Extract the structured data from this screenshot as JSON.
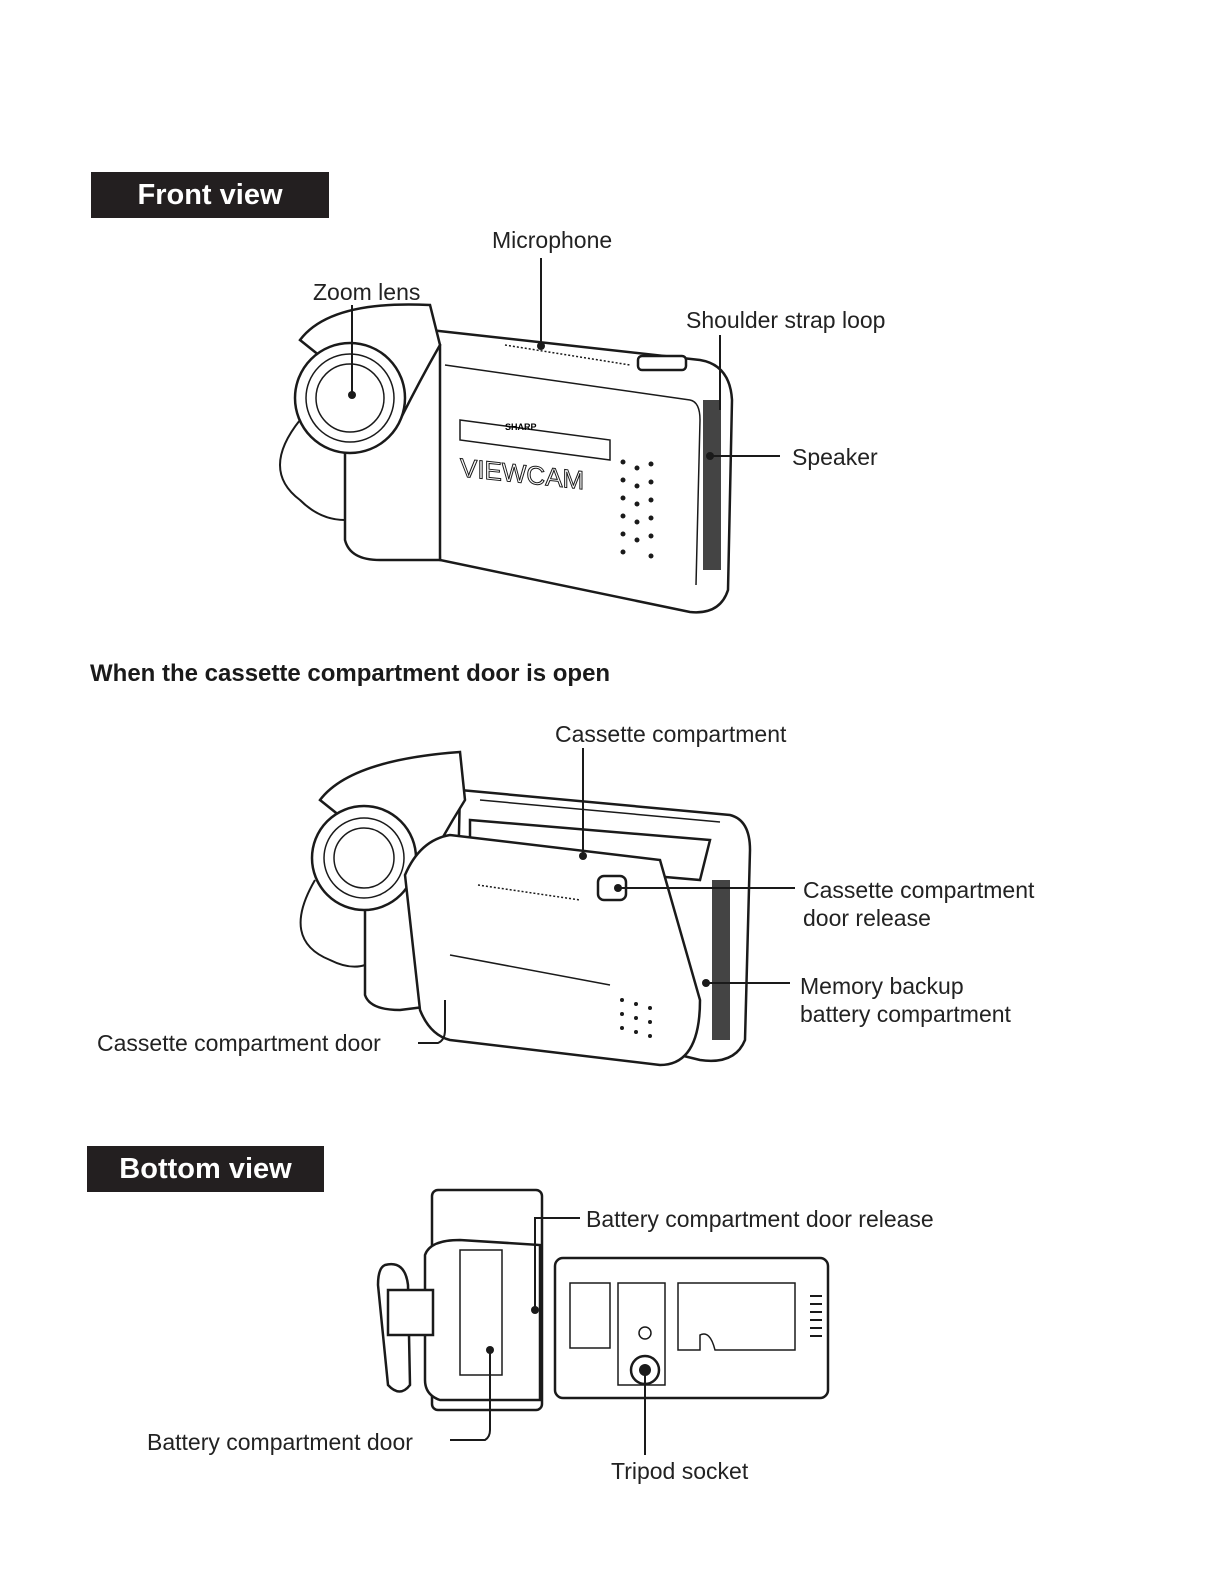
{
  "sections": {
    "front_view": {
      "title": "Front view",
      "labels": {
        "microphone": "Microphone",
        "zoom_lens": "Zoom lens",
        "shoulder_strap_loop": "Shoulder strap loop",
        "speaker": "Speaker"
      },
      "device_branding": {
        "brand": "SHARP",
        "model": "VIEWCAM"
      }
    },
    "cassette_open": {
      "title": "When the cassette compartment door is open",
      "labels": {
        "cassette_compartment": "Cassette compartment",
        "door_release_line1": "Cassette compartment",
        "door_release_line2": "door release",
        "memory_backup_line1": "Memory backup",
        "memory_backup_line2": "battery compartment",
        "compartment_door": "Cassette compartment door"
      }
    },
    "bottom_view": {
      "title": "Bottom view",
      "labels": {
        "battery_door_release": "Battery compartment door release",
        "battery_door": "Battery compartment door",
        "tripod_socket": "Tripod socket"
      }
    }
  }
}
